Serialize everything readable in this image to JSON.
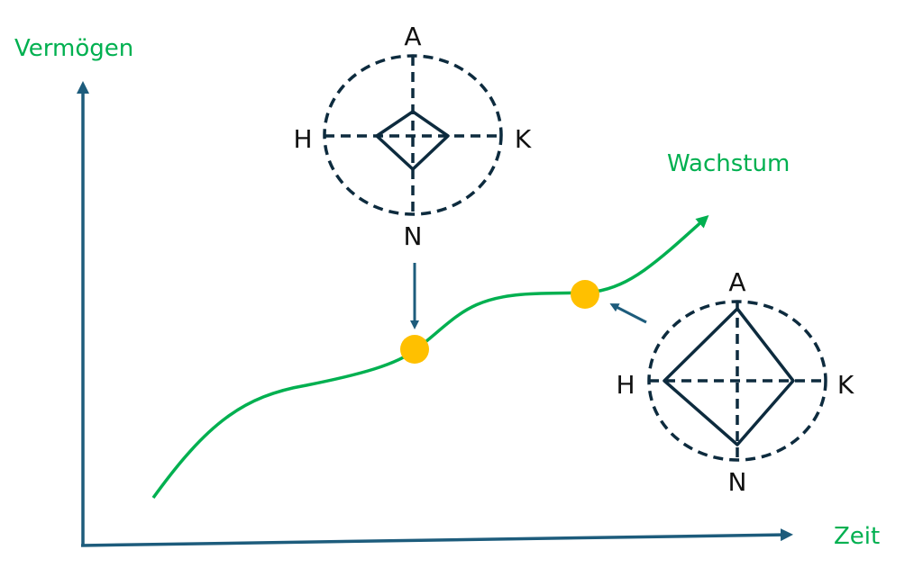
{
  "axes": {
    "y_label": "Vermögen",
    "x_label": "Zeit"
  },
  "curve": {
    "label": "Wachstum"
  },
  "diagram_top": {
    "top": "A",
    "left": "H",
    "right": "K",
    "bottom": "N"
  },
  "diagram_right": {
    "top": "A",
    "left": "H",
    "right": "K",
    "bottom": "N"
  },
  "colors": {
    "axis": "#1d5c7c",
    "curve": "#00b050",
    "marker": "#ffc000",
    "diagram": "#0d2b3e"
  }
}
